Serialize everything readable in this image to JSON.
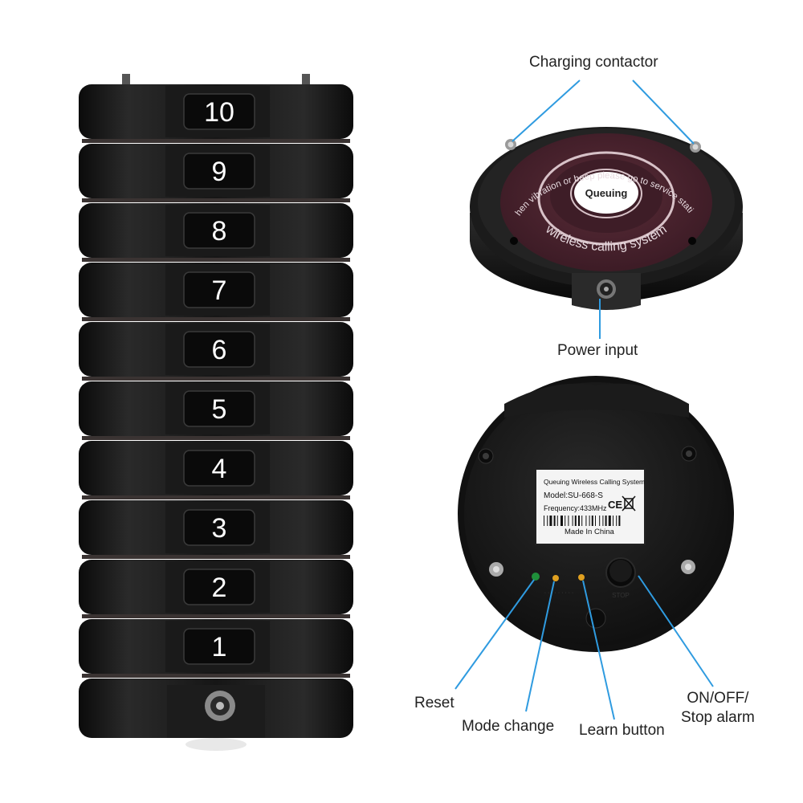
{
  "stack": {
    "pager_numbers": [
      "10",
      "9",
      "8",
      "7",
      "6",
      "5",
      "4",
      "3",
      "2",
      "1"
    ]
  },
  "top_view": {
    "center_badge": "Queuing",
    "ring_text_top": "when vibration or beep please go to service station",
    "ring_text_bottom": "wireless calling system"
  },
  "bottom_view": {
    "label_lines": [
      "Queuing Wireless Calling System",
      "Model:SU-668-S",
      "Frequency:433MHz"
    ],
    "label_marks": "CE",
    "made_in": "Made In China"
  },
  "callouts": {
    "charging_contactor": "Charging contactor",
    "power_input": "Power input",
    "reset": "Reset",
    "mode_change": "Mode change",
    "learn_button": "Learn button",
    "on_off_stop": "ON/OFF/\nStop alarm"
  },
  "colors": {
    "device_body": "#141414",
    "number_panel": "#0a0a0a",
    "number_text": "#ffffff",
    "face_ring": "#4a2430",
    "callout_line": "#2f9be0",
    "led_green": "#1f8f3a",
    "led_amber": "#e0a020"
  },
  "icons": [
    "screw-icon",
    "power-jack-icon",
    "led-indicator-icon",
    "stop-button-icon",
    "weee-bin-icon"
  ]
}
